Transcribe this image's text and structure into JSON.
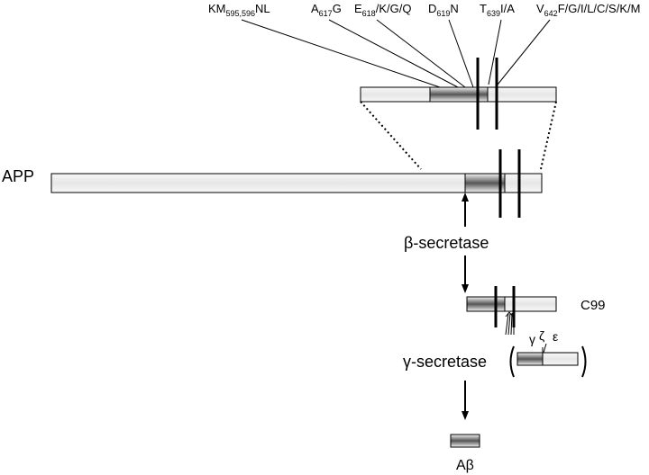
{
  "mutations": [
    {
      "pre": "KM",
      "sub": "595,596",
      "post": "NL"
    },
    {
      "pre": "A",
      "sub": "617",
      "post": "G"
    },
    {
      "pre": "E",
      "sub": "618",
      "post": "/K/G/Q"
    },
    {
      "pre": "D",
      "sub": "619",
      "post": "N"
    },
    {
      "pre": "T",
      "sub": "639",
      "post": "I/A"
    },
    {
      "pre": "V",
      "sub": "642",
      "post": "F/G/I/L/C/S/K/M"
    }
  ],
  "labels": {
    "app": "APP",
    "beta_secretase": "β-secretase",
    "c99": "C99",
    "gamma_secretase": "γ-secretase",
    "gamma": "γ",
    "zeta": "ζ",
    "epsilon": "ε",
    "abeta": "Aβ"
  },
  "colors": {
    "bar_fill": "#ececec",
    "domain_dark": "#555555",
    "domain_light": "#f4f4f4",
    "line": "#000000"
  }
}
